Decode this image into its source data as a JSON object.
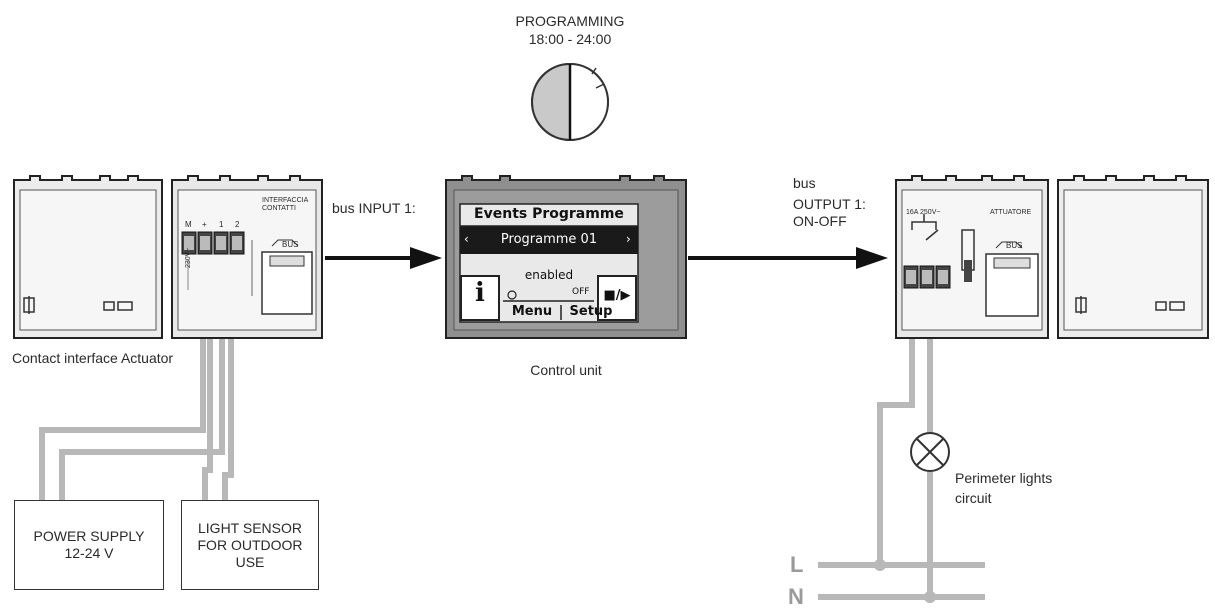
{
  "programming": {
    "title": "PROGRAMMING",
    "time_range": "18:00 - 24:00"
  },
  "left_device": {
    "caption": "Contact interface Actuator",
    "terminal_labels": [
      "M",
      "+",
      "1",
      "2"
    ],
    "voltage_label": "230V~",
    "bus_label": "BUS",
    "module_text": "INTERFACCIA CONTATTI"
  },
  "connections": {
    "input_label": "bus INPUT 1:",
    "output_label_line1": "bus",
    "output_label_line2": "OUTPUT 1:",
    "output_label_line3": "ON-OFF"
  },
  "control_unit": {
    "caption": "Control unit",
    "screen_title": "Events Programme",
    "programme": "Programme 01",
    "status": "enabled",
    "off_label": "OFF",
    "info_button": "i",
    "play_button": "■/▶",
    "menu_label": "Menu",
    "setup_label": "Setup"
  },
  "right_device": {
    "module_text": "ATTUATORE",
    "rating": "16A 250V~",
    "bus_label": "BUS"
  },
  "power_supply": {
    "line1": "POWER SUPPLY",
    "line2": "12-24 V"
  },
  "light_sensor": {
    "line1": "LIGHT SENSOR",
    "line2": "FOR OUTDOOR",
    "line3": "USE"
  },
  "lights": {
    "line1": "Perimeter lights",
    "line2": "circuit"
  },
  "mains": {
    "live": "L",
    "neutral": "N"
  },
  "colors": {
    "wire": "#b8b8b8",
    "line": "#333333",
    "device_face": "#f4f4f4",
    "lcd_bg": "#1a1a1a",
    "unit_body": "#8f8f8f"
  }
}
